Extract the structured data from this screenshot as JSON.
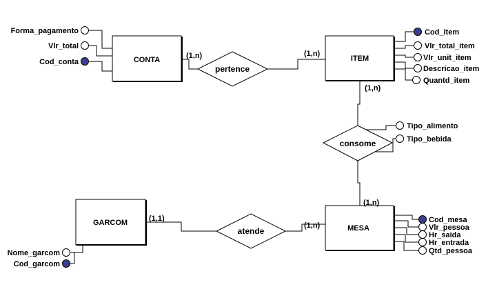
{
  "entities": {
    "conta": "CONTA",
    "item": "ITEM",
    "garcom": "GARCOM",
    "mesa": "MESA"
  },
  "relationships": {
    "pertence": "pertence",
    "consome": "consome",
    "atende": "atende"
  },
  "cardinalities": {
    "conta_pertence": "(1,n)",
    "item_pertence": "(1,n)",
    "item_consome": "(1,n)",
    "mesa_consome": "(1,n)",
    "garcom_atende": "(1,1)",
    "mesa_atende": "(1,n)"
  },
  "attributes": {
    "conta": [
      {
        "label": "Forma_pagamento",
        "key": false
      },
      {
        "label": "Vlr_total",
        "key": false
      },
      {
        "label": "Cod_conta",
        "key": true
      }
    ],
    "item": [
      {
        "label": "Cod_item",
        "key": true
      },
      {
        "label": "Vlr_total_item",
        "key": false
      },
      {
        "label": "Vlr_unit_item",
        "key": false
      },
      {
        "label": "Descricao_item",
        "key": false
      },
      {
        "label": "Quantd_item",
        "key": false
      }
    ],
    "consome": [
      {
        "label": "Tipo_alimento",
        "key": false
      },
      {
        "label": "Tipo_bebida",
        "key": false
      }
    ],
    "mesa": [
      {
        "label": "Cod_mesa",
        "key": true
      },
      {
        "label": "Vlr_pessoa",
        "key": false
      },
      {
        "label": "Hr_saida",
        "key": false
      },
      {
        "label": "Hr_entrada",
        "key": false
      },
      {
        "label": "Qtd_pessoa",
        "key": false
      }
    ],
    "garcom": [
      {
        "label": "Nome_garcom",
        "key": false
      },
      {
        "label": "Cod_garcom",
        "key": true
      }
    ]
  },
  "colors": {
    "line": "#000000",
    "key_fill": "#3c3f8f",
    "open_fill": "#ffffff"
  }
}
